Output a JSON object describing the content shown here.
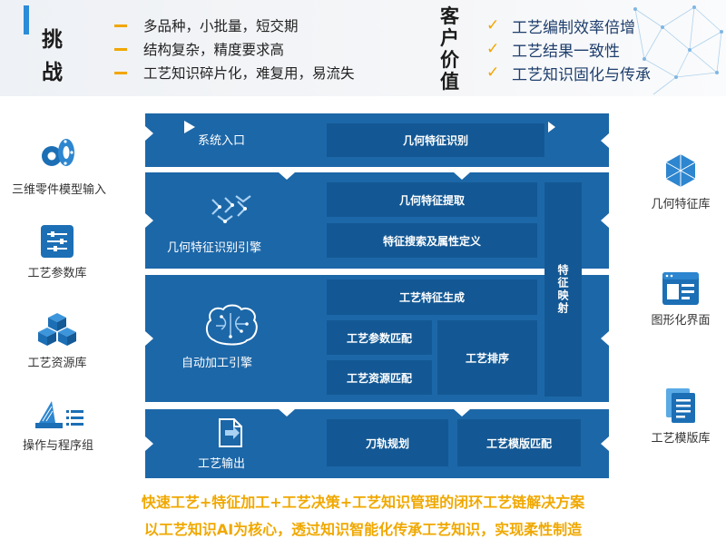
{
  "challenges": {
    "title": "挑战",
    "items": [
      "多品种，小批量，短交期",
      "结构复杂，精度要求高",
      "工艺知识碎片化，难复用，易流失"
    ]
  },
  "customer_value": {
    "title": "客户价值",
    "items": [
      "工艺编制效率倍增",
      "工艺结果一致性",
      "工艺知识固化与传承"
    ]
  },
  "left_inputs": [
    "三维零件模型输入",
    "工艺参数库",
    "工艺资源库",
    "操作与程序组"
  ],
  "right_outputs": [
    "几何特征库",
    "图形化界面",
    "工艺模版库"
  ],
  "layers": {
    "entry": {
      "label": "系统入口",
      "cells": [
        "几何特征识别"
      ]
    },
    "geometry_engine": {
      "label": "几何特征识别引擎",
      "cells": [
        "几何特征提取",
        "特征搜索及属性定义"
      ]
    },
    "auto_engine": {
      "label": "自动加工引擎",
      "cells": [
        "工艺特征生成",
        "工艺参数匹配",
        "工艺资源匹配",
        "工艺排序"
      ]
    },
    "output": {
      "label": "工艺输出",
      "cells": [
        "刀轨规划",
        "工艺模版匹配"
      ]
    },
    "mapping": "特征映射"
  },
  "slogans": [
    "快速工艺+特征加工+工艺决策+工艺知识管理的闭环工艺链解决方案",
    "以工艺知识AI为核心，透过知识智能化传承工艺知识，实现柔性制造"
  ],
  "colors": {
    "layer_blue": "#1c67a8",
    "cell_blue": "#135894",
    "accent_orange": "#f2a600",
    "accent_blue": "#2b8cd8"
  }
}
